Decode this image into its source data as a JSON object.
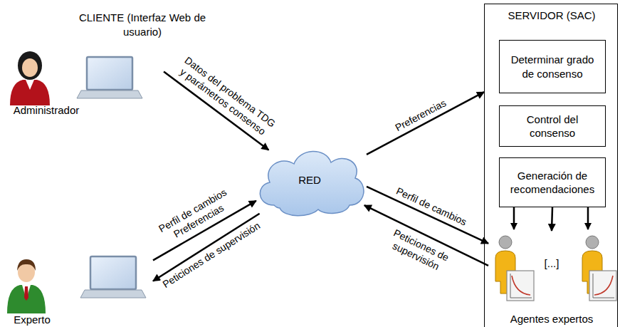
{
  "diagram": {
    "nodes": [
      {
        "text": [
          "CLIENTE (Interfaz Web de usuario)",
          "Administrador"
        ]
      },
      {
        "text": [
          "Experto"
        ]
      },
      {
        "text": [
          "RED"
        ]
      },
      {
        "text": [
          "SERVIDOR (SAC)"
        ]
      },
      {
        "text": [
          "Determinar grado de consenso"
        ],
        "in": 3
      },
      {
        "text": [
          "Control del consenso"
        ],
        "in": 3
      },
      {
        "text": [
          "Generación de recomendaciones"
        ],
        "in": 3
      },
      {
        "text": [
          "[...]",
          "Agentes expertos"
        ],
        "in": 3
      }
    ],
    "edges": [
      {
        "from": 0,
        "to": 2,
        "label": "Datos del problema TDG y parámetros consenso",
        "arrow": "to"
      },
      {
        "from": 1,
        "to": 2,
        "label": "Perfil de cambios Preferencias",
        "arrow": "to"
      },
      {
        "from": 2,
        "to": 1,
        "label": "Peticiones de supervisión",
        "arrow": "to"
      },
      {
        "from": 2,
        "to": 3,
        "label": "Preferencias",
        "arrow": "to"
      },
      {
        "from": 2,
        "to": 7,
        "label": "Perfil de cambios",
        "arrow": "to"
      },
      {
        "from": 7,
        "to": 2,
        "label": "Peticiones de supervisión",
        "arrow": "to"
      },
      {
        "from": 6,
        "to": 7,
        "arrow": "to"
      }
    ]
  }
}
